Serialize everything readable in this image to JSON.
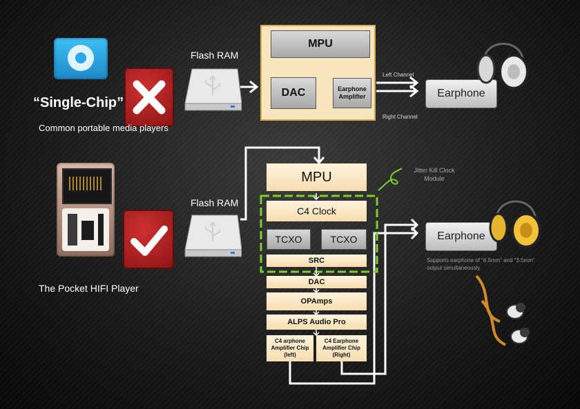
{
  "top": {
    "title": "“Single-Chip”",
    "subtitle": "Common portable media players",
    "flash_label": "Flash RAM",
    "mpu": "MPU",
    "dac": "DAC",
    "earphone_amp": "Earphone Amplifier",
    "left_channel": "Left Channel",
    "right_channel": "Right Channel",
    "earphone": "Earphone"
  },
  "bottom": {
    "title": "The Pocket HIFI Player",
    "flash_label": "Flash RAM",
    "mpu": "MPU",
    "jitter_kill": "Jitter Kill Clock Module",
    "c4_clock": "C4 Clock",
    "tcxo_1": "TCXO",
    "tcxo_2": "TCXO",
    "src": "SRC",
    "dac": "DAC",
    "opamps": "OPAmps",
    "alps": "ALPS Audio Pro",
    "amp_left": "C4  arphone Amplifier Chip (left)",
    "amp_right": "C4 Earphone Amplifier Chip (Right)",
    "earphone": "Earphone",
    "supports": "Supports earphone of “6.5mm” and “3.5mm” output simultaneously"
  },
  "colors": {
    "reject": "#b51f1f",
    "accept": "#b51f1f",
    "dashed": "#7ccf2a",
    "panel": "#f8e4bd",
    "ipod": "#2aa7e6"
  },
  "icons": [
    "cross-icon",
    "check-icon",
    "usb-drive-icon",
    "headphones-icon",
    "earbuds-icon",
    "ipod-icon",
    "hifi-player-icon"
  ]
}
